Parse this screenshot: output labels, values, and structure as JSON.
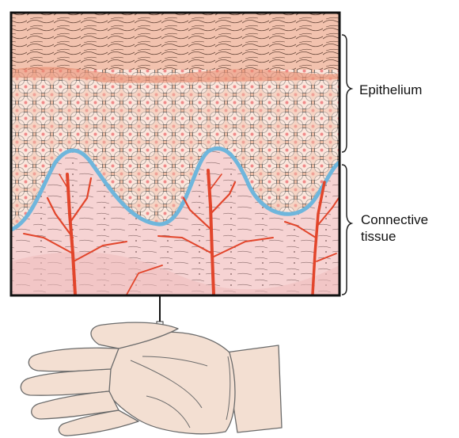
{
  "labels": {
    "epithelium": "Epithelium",
    "connective_line1": "Connective",
    "connective_line2": "tissue"
  },
  "colors": {
    "frame": "#111111",
    "surface_layer": "#f2c1ad",
    "cell_layer": "#f0c3ac",
    "cell_fill": "#fbe6dc",
    "basement_membrane": "#6fb6dc",
    "connective": "#f6d3d3",
    "vessel": "#e2452b",
    "skin": "#f3dfd2",
    "skin_outline": "#6b6b6b",
    "bracket": "#222222"
  },
  "icons": {
    "pointer": "callout-line"
  }
}
